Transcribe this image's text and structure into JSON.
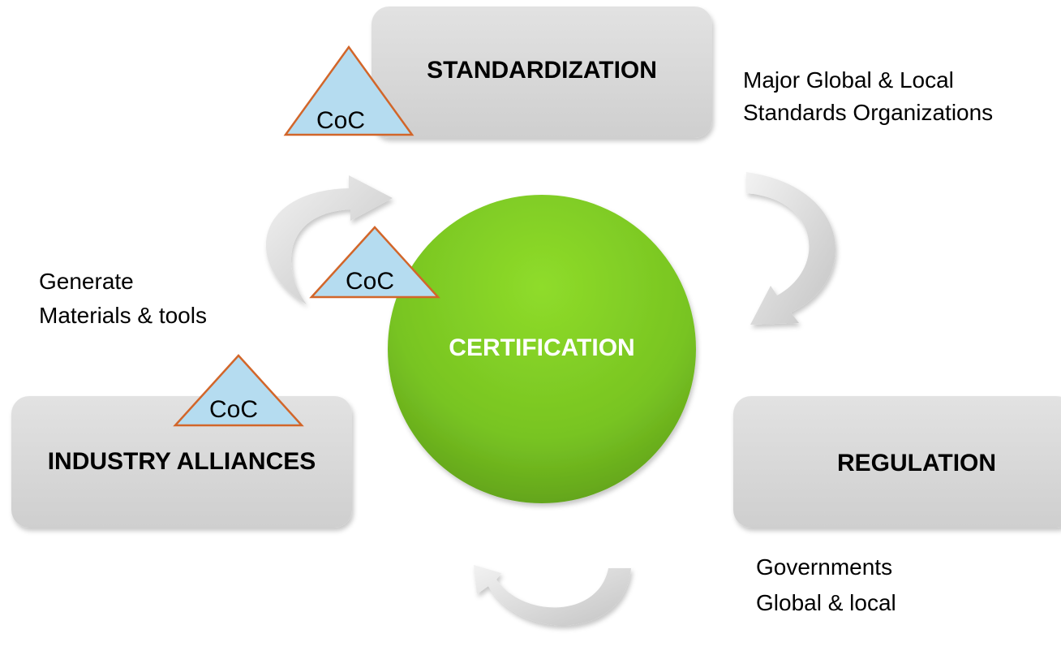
{
  "diagram": {
    "center": {
      "label": "CERTIFICATION",
      "color": "#7ccc1e"
    },
    "nodes": {
      "standardization": {
        "label": "STANDARDIZATION",
        "note_lines": [
          "Major Global & Local",
          "Standards Organizations"
        ]
      },
      "regulation": {
        "label": "REGULATION",
        "note_lines": [
          "Governments",
          "Global & local"
        ]
      },
      "industry": {
        "label": "INDUSTRY ALLIANCES",
        "note_lines": [
          "Generate",
          "Materials & tools"
        ]
      }
    },
    "coc_badges": [
      "CoC",
      "CoC",
      "CoC"
    ],
    "colors": {
      "box_fill": "#d9d9d9",
      "triangle_fill": "#b5dcf0",
      "triangle_stroke": "#d2662a",
      "arrow_fill": "#d6d6d6"
    }
  }
}
